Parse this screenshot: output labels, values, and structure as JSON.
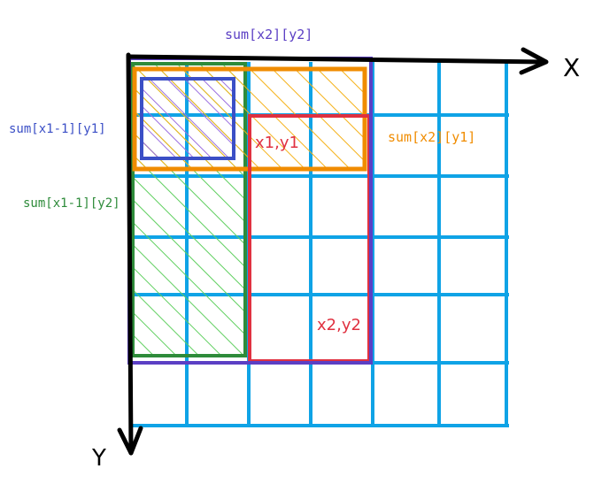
{
  "labels": {
    "sum_x2_y2": "sum[x2][y2]",
    "sum_x1m1_y1": "sum[x1-1][y1]",
    "sum_x2_y1": "sum[x2][y1]",
    "sum_x1m1_y2": "sum[x1-1][y2]",
    "x1_y1": "x1,y1",
    "x2_y2": "x2,y2",
    "x_axis": "X",
    "y_axis": "Y"
  },
  "colors": {
    "grid": "#0fa3e6",
    "axis": "#000000",
    "purple": "#5b3fc4",
    "blue": "#3b4fc6",
    "orange": "#f08c00",
    "green": "#2e8b3a",
    "green_hatch": "#5fcf5f",
    "red": "#e03140",
    "hatch_orange": "#f5b21a",
    "hatch_purple": "#9b6fe0"
  }
}
